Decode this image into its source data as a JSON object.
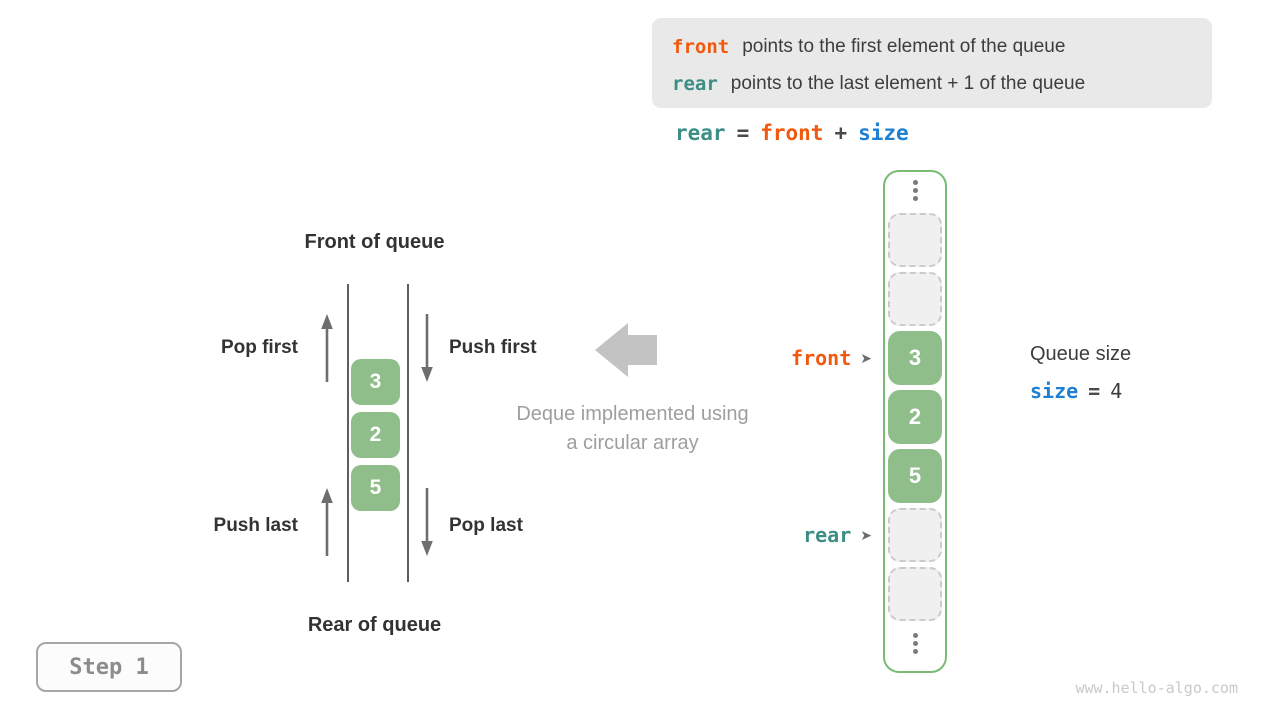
{
  "legend": {
    "front_term": "front",
    "front_desc": "points to the first element of the queue",
    "rear_term": "rear",
    "rear_desc": "points to the last element + 1 of the queue"
  },
  "formula": {
    "lhs": "rear",
    "eq": "=",
    "op1": "front",
    "plus": "+",
    "op2": "size"
  },
  "deque_diagram": {
    "front_label": "Front of queue",
    "rear_label": "Rear of queue",
    "pop_first_label": "Pop first",
    "push_first_label": "Push first",
    "push_last_label": "Push last",
    "pop_last_label": "Pop last",
    "values": [
      "3",
      "2",
      "5"
    ]
  },
  "caption": {
    "line1": "Deque implemented using",
    "line2": "a circular array"
  },
  "array_column": {
    "cells": [
      {
        "type": "empty",
        "value": ""
      },
      {
        "type": "empty",
        "value": ""
      },
      {
        "type": "filled",
        "value": "3"
      },
      {
        "type": "filled",
        "value": "2"
      },
      {
        "type": "filled",
        "value": "5"
      },
      {
        "type": "empty",
        "value": ""
      },
      {
        "type": "empty",
        "value": ""
      }
    ],
    "front_pointer": "front",
    "rear_pointer": "rear",
    "pointer_arrow": "➤"
  },
  "queue_size": {
    "label": "Queue size",
    "var": "size",
    "eq": "=",
    "value": "4"
  },
  "step_badge": "Step 1",
  "watermark": "www.hello-algo.com",
  "colors": {
    "front_accent": "#f0590e",
    "rear_accent": "#3c8e85",
    "size_accent": "#1e80d2",
    "cell_green": "#8fbe8a",
    "column_border_green": "#7abb74",
    "legend_background": "#e9e9e9",
    "muted_caption": "#9e9e9e",
    "dark_text": "#3a3a3a"
  }
}
